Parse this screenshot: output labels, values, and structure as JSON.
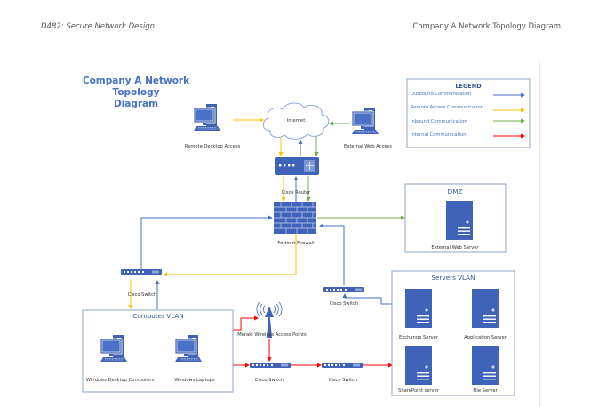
{
  "header": {
    "left": "D482: Secure Network Design",
    "right": "Company A Network Topology Diagram"
  },
  "diagram": {
    "title_lines": [
      "Company A Network",
      "Topology",
      "Diagram"
    ],
    "colors": {
      "device": "#3f63b8",
      "outbound": "#4472c4",
      "remote": "#ffc000",
      "inbound": "#70ad47",
      "internal": "#ff0000",
      "box_border": "#8fa3c9"
    },
    "legend": {
      "title": "LEGEND",
      "items": [
        {
          "label": "Outbound Communication",
          "color": "#4472c4"
        },
        {
          "label": "Remote Access  Communication",
          "color": "#ffc000"
        },
        {
          "label": "Inbound  Communication",
          "color": "#70ad47"
        },
        {
          "label": "Internal Communication",
          "color": "#ff0000"
        }
      ]
    },
    "nodes": {
      "internet": "Internet",
      "remote_desktop": "Remote Desktop Access",
      "external_web_access": "External Web Access",
      "router": "Cisco Router",
      "firewall": "Fortinet Firewall",
      "dmz_title": "DMZ",
      "external_web_server": "External Web Server",
      "cisco_switch_main": "Cisco Switch",
      "cisco_switch_servers": "Cisco Switch",
      "computer_vlan_title": "Computer VLAN",
      "desktops": "Windows Desktop Computers",
      "laptops": "Windows Laptops",
      "meraki": "Meraki Wireless Access Points",
      "cisco_switch_internal_1": "Cisco Switch",
      "cisco_switch_internal_2": "Cisco Switch",
      "servers_vlan_title": "Servers VLAN",
      "exchange": "Exchange Server",
      "application": "Application Server",
      "sharepoint": "SharePoint server",
      "file": "File Server"
    }
  }
}
